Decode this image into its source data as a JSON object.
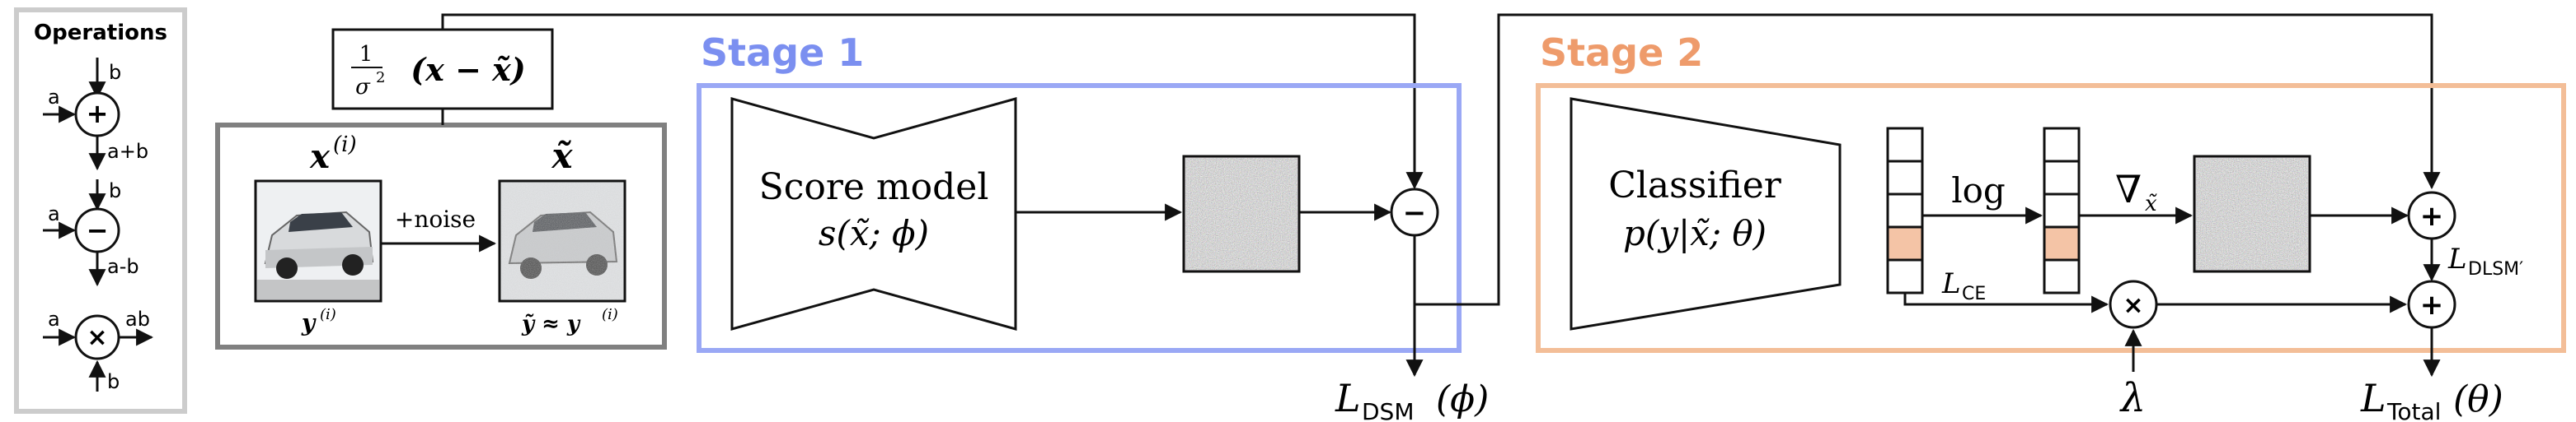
{
  "operations": {
    "title": "Operations",
    "add": {
      "in_top": "b",
      "in_left": "a",
      "symbol": "+",
      "out": "a+b"
    },
    "sub": {
      "in_top": "b",
      "in_left": "a",
      "symbol": "−",
      "out": "a-b"
    },
    "mul": {
      "in_bottom": "b",
      "in_left": "a",
      "symbol": "×",
      "out": "ab"
    }
  },
  "input_block": {
    "scale_label_num": "1",
    "scale_label_den": "σ",
    "scale_label_den_sup": "2",
    "scale_label_expr": "(x − x̃)",
    "clean_label": "x",
    "clean_sup": "(i)",
    "clean_caption": "y",
    "clean_caption_sup": "(i)",
    "noise_label": "+noise",
    "noisy_label": "x̃",
    "noisy_caption": "ỹ ≈ y",
    "noisy_caption_sup": "(i)"
  },
  "stage1": {
    "title": "Stage 1",
    "model_name": "Score model",
    "model_expr": "s(x̃; ϕ)",
    "minus_symbol": "−",
    "loss": "L",
    "loss_sub": "DSM",
    "loss_arg": "(ϕ)"
  },
  "stage2": {
    "title": "Stage 2",
    "model_name": "Classifier",
    "model_expr": "p(y|x̃; θ)",
    "log_label": "log",
    "grad_label": "∇",
    "grad_sub": "x̃",
    "ce_label": "L",
    "ce_sub": "CE",
    "plus_symbol": "+",
    "times_symbol": "×",
    "dlsm_label": "L",
    "dlsm_sub": "DLSM′",
    "lambda": "λ",
    "total_label": "L",
    "total_sub": "Total",
    "total_arg": "(θ)"
  },
  "colors": {
    "stage1": "#9aa8f5",
    "stage1_text": "#7b8ff0",
    "stage2": "#f3be98",
    "stage2_text": "#ee9b6b",
    "ops_border": "#cccccc",
    "input_border": "#808080",
    "highlight_cell": "#f4c4a6"
  }
}
